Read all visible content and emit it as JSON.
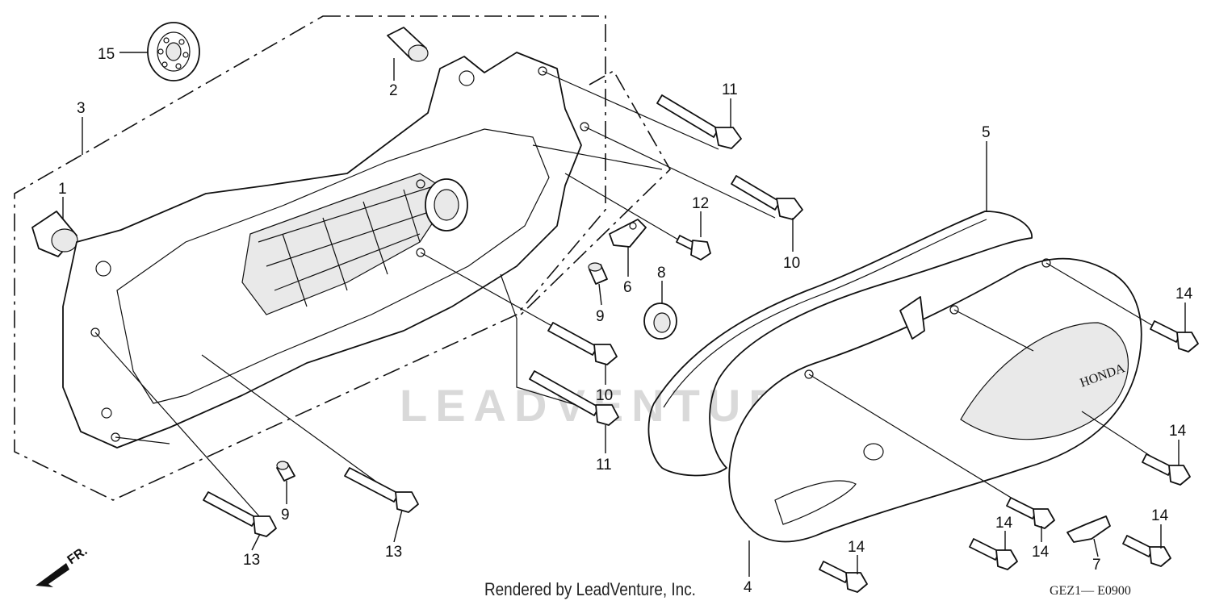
{
  "diagram": {
    "callouts": [
      "15",
      "2",
      "3",
      "1",
      "11",
      "10",
      "12",
      "6",
      "9",
      "8",
      "5",
      "10",
      "11",
      "9",
      "13",
      "13",
      "4",
      "14",
      "14",
      "14",
      "14",
      "14",
      "14",
      "7"
    ],
    "front_label": "FR.",
    "cover_brand": "HONDA",
    "watermark": "LEADVENTURE",
    "credit": "Rendered by LeadVenture, Inc.",
    "diagram_code": "GEZ1— E0900"
  }
}
